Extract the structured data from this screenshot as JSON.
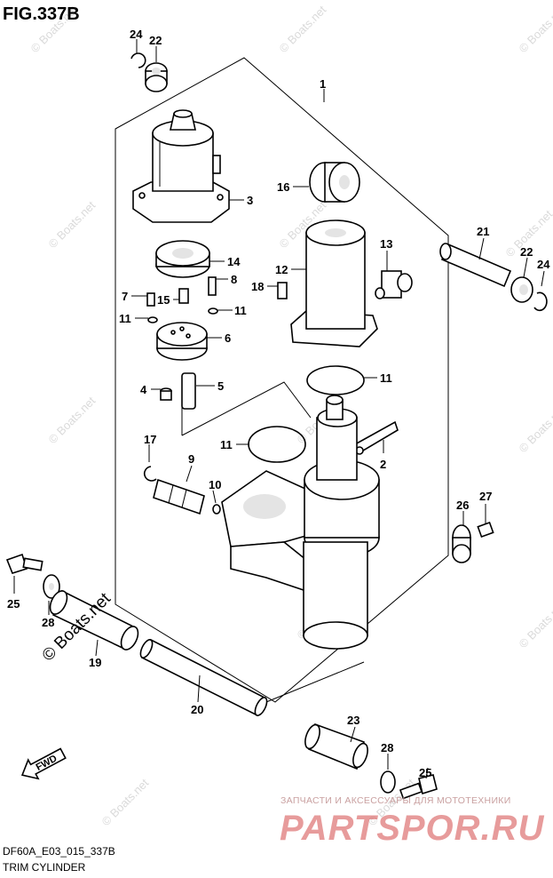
{
  "figure": {
    "title": "FIG.337B",
    "code": "DF60A_E03_015_337B",
    "name": "TRIM CYLINDER"
  },
  "callouts": [
    {
      "id": "c24a",
      "text": "24"
    },
    {
      "id": "c22a",
      "text": "22"
    },
    {
      "id": "c1",
      "text": "1"
    },
    {
      "id": "c3",
      "text": "3"
    },
    {
      "id": "c16",
      "text": "16"
    },
    {
      "id": "c21",
      "text": "21"
    },
    {
      "id": "c22b",
      "text": "22"
    },
    {
      "id": "c24b",
      "text": "24"
    },
    {
      "id": "c13",
      "text": "13"
    },
    {
      "id": "c12",
      "text": "12"
    },
    {
      "id": "c18",
      "text": "18"
    },
    {
      "id": "c14",
      "text": "14"
    },
    {
      "id": "c8",
      "text": "8"
    },
    {
      "id": "c7",
      "text": "7"
    },
    {
      "id": "c15",
      "text": "15"
    },
    {
      "id": "c11a",
      "text": "11"
    },
    {
      "id": "c11b",
      "text": "11"
    },
    {
      "id": "c6",
      "text": "6"
    },
    {
      "id": "c4",
      "text": "4"
    },
    {
      "id": "c5",
      "text": "5"
    },
    {
      "id": "c11c",
      "text": "11"
    },
    {
      "id": "c17",
      "text": "17"
    },
    {
      "id": "c11d",
      "text": "11"
    },
    {
      "id": "c2",
      "text": "2"
    },
    {
      "id": "c9",
      "text": "9"
    },
    {
      "id": "c10",
      "text": "10"
    },
    {
      "id": "c27",
      "text": "27"
    },
    {
      "id": "c26",
      "text": "26"
    },
    {
      "id": "c25a",
      "text": "25"
    },
    {
      "id": "c28a",
      "text": "28"
    },
    {
      "id": "c19",
      "text": "19"
    },
    {
      "id": "c20",
      "text": "20"
    },
    {
      "id": "c23",
      "text": "23"
    },
    {
      "id": "c28b",
      "text": "28"
    },
    {
      "id": "c25b",
      "text": "25"
    }
  ],
  "badges": {
    "fwd": "FWD"
  },
  "watermarks": {
    "copyright": "© Boats.net",
    "short": "© Boats.net"
  },
  "promo": {
    "tagline": "ЗАПЧАСТИ И АКСЕССУАРЫ ДЛЯ МОТОТЕХНИКИ",
    "brand": "PARTSPOR.RU"
  }
}
